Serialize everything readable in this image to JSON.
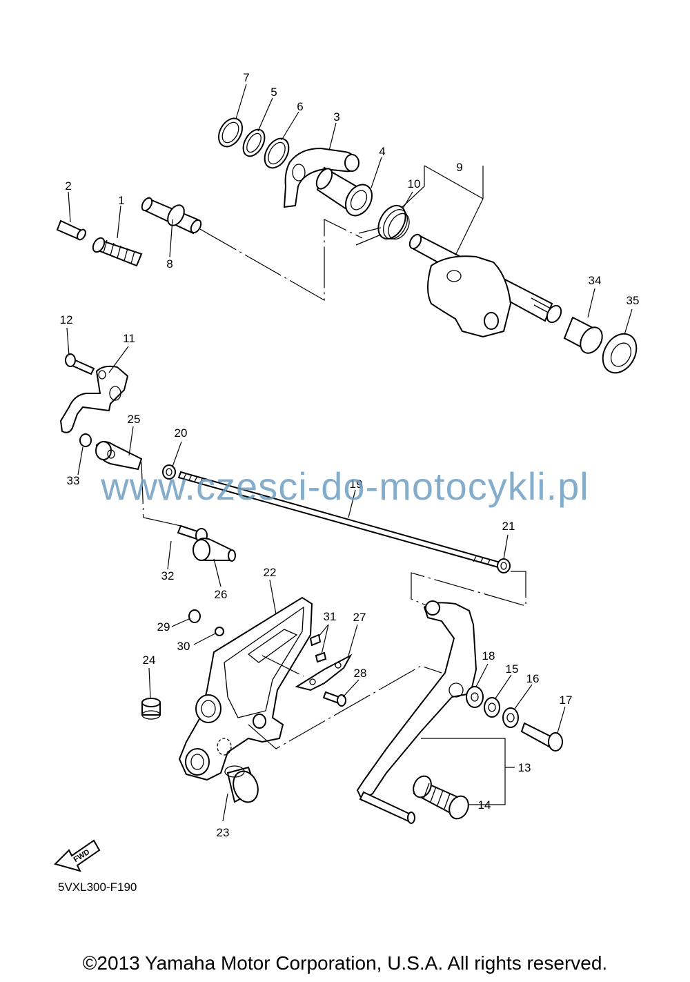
{
  "watermark": "www.czesci-do-motocykli.pl",
  "diagram_code": "5VXL300-F190",
  "copyright": "©2013 Yamaha Motor Corporation, U.S.A. All rights reserved.",
  "fwd_label": "FWD",
  "part_labels": {
    "p1": "1",
    "p2": "2",
    "p3": "3",
    "p4": "4",
    "p5": "5",
    "p6": "6",
    "p7": "7",
    "p8": "8",
    "p9": "9",
    "p10": "10",
    "p11": "11",
    "p12": "12",
    "p13": "13",
    "p14": "14",
    "p15": "15",
    "p16": "16",
    "p17": "17",
    "p18": "18",
    "p19": "19",
    "p20": "20",
    "p21": "21",
    "p22": "22",
    "p23": "23",
    "p24": "24",
    "p25": "25",
    "p26": "26",
    "p27": "27",
    "p28": "28",
    "p29": "29",
    "p30": "30",
    "p31": "31",
    "p32": "32",
    "p33": "33",
    "p34": "34",
    "p35": "35"
  }
}
